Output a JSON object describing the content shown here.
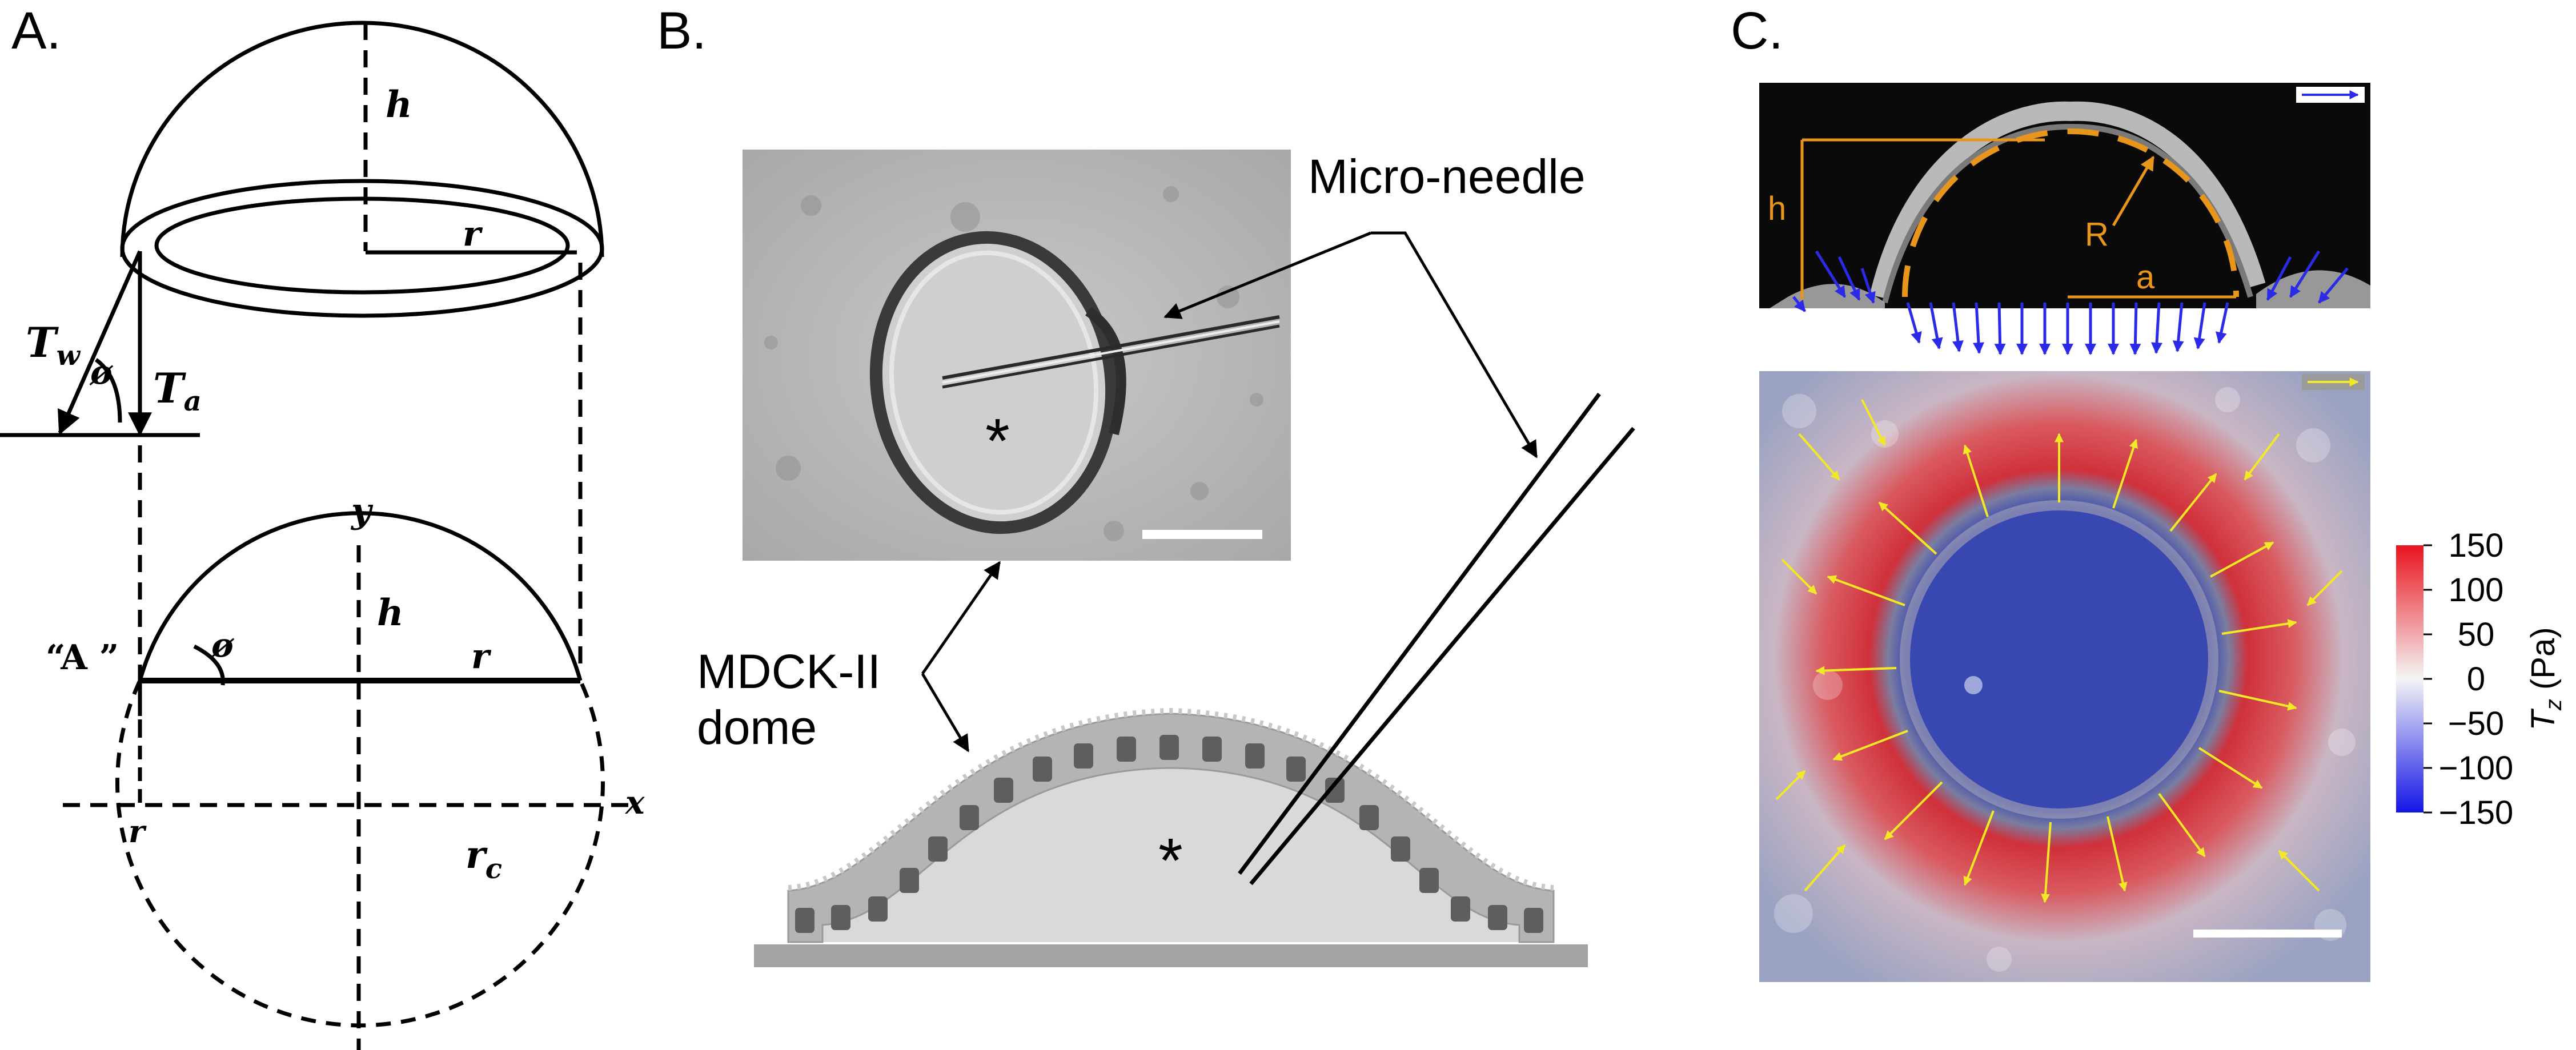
{
  "panels": {
    "a": {
      "label": "A.",
      "top_labels": {
        "h": "h",
        "r": "r",
        "tw": "T",
        "tw_sub": "w",
        "phi": "ø",
        "ta": "T",
        "ta_sub": "a"
      },
      "bottom_labels": {
        "y": "y",
        "h": "h",
        "r": "r",
        "A": "“A ”",
        "phi": "ø",
        "x": "x",
        "r_axis": "r",
        "rc": "r",
        "rc_sub": "c"
      }
    },
    "b": {
      "label": "B.",
      "micro_needle": "Micro-needle",
      "dome_line1": "MDCK-II",
      "dome_line2": "dome",
      "lumen_mark": "*",
      "lumen_mark_photo": "*"
    },
    "c": {
      "label": "C.",
      "side_labels": {
        "h": "h",
        "R": "R",
        "a": "a"
      },
      "colorbar": {
        "ticks": [
          "150",
          "100",
          "50",
          "0",
          "−50",
          "−100",
          "−150"
        ],
        "title_main": "T",
        "title_sub": "z",
        "title_unit": " (Pa)",
        "max_color": "#E8141E",
        "mid_color": "#F5F5F5",
        "min_color": "#1414E6"
      }
    }
  },
  "colors": {
    "orange": "#E8951B",
    "arrow_blue": "#2A2AE8",
    "arrow_yellow": "#F2E826"
  }
}
